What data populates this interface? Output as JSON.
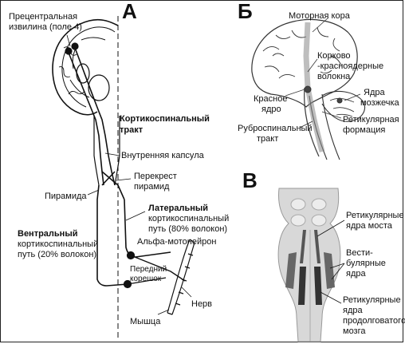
{
  "panels": {
    "a": {
      "letter": "А",
      "labels": {
        "precentral_line1": "Прецентральная",
        "precentral_line2": "извилина (поле 4)",
        "cst_line1": "Кортикоспинальный",
        "cst_line2": "тракт",
        "internal_capsule": "Внутренняя капсула",
        "decussation_line1": "Перекрест",
        "decussation_line2": "пирамид",
        "pyramid": "Пирамида",
        "lateral_line1": "Латеральный",
        "lateral_line2": "кортикоспинальный",
        "lateral_line3": "путь (80% волокон)",
        "ventral_line1": "Вентральный",
        "ventral_line2": "кортикоспинальный",
        "ventral_line3": "путь (20% волокон)",
        "alpha_motoneuron": "Альфа-мотонейрон",
        "anterior_root_line1": "Передний",
        "anterior_root_line2": "корешок",
        "nerve": "Нерв",
        "muscle": "Мышца"
      }
    },
    "b": {
      "letter": "Б",
      "labels": {
        "motor_cortex": "Моторная кора",
        "corticorubral_line1": "Корково",
        "corticorubral_line2": "-красноядерные",
        "corticorubral_line3": "волокна",
        "red_nucleus_line1": "Красное",
        "red_nucleus_line2": "ядро",
        "cerebellar_nuclei_line1": "Ядра",
        "cerebellar_nuclei_line2": "мозжечка",
        "reticular_formation_line1": "Ретикулярная",
        "reticular_formation_line2": "формация",
        "rubrospinal_line1": "Руброспинальный",
        "rubrospinal_line2": "тракт"
      }
    },
    "c": {
      "letter": "В",
      "labels": {
        "pons_line1": "Ретикулярные",
        "pons_line2": "ядра моста",
        "vestibular_line1": "Вести-",
        "vestibular_line2": "булярные",
        "vestibular_line3": "ядра",
        "medulla_line1": "Ретикулярные",
        "medulla_line2": "ядра",
        "medulla_line3": "продолговатого",
        "medulla_line4": "мозга"
      }
    }
  }
}
